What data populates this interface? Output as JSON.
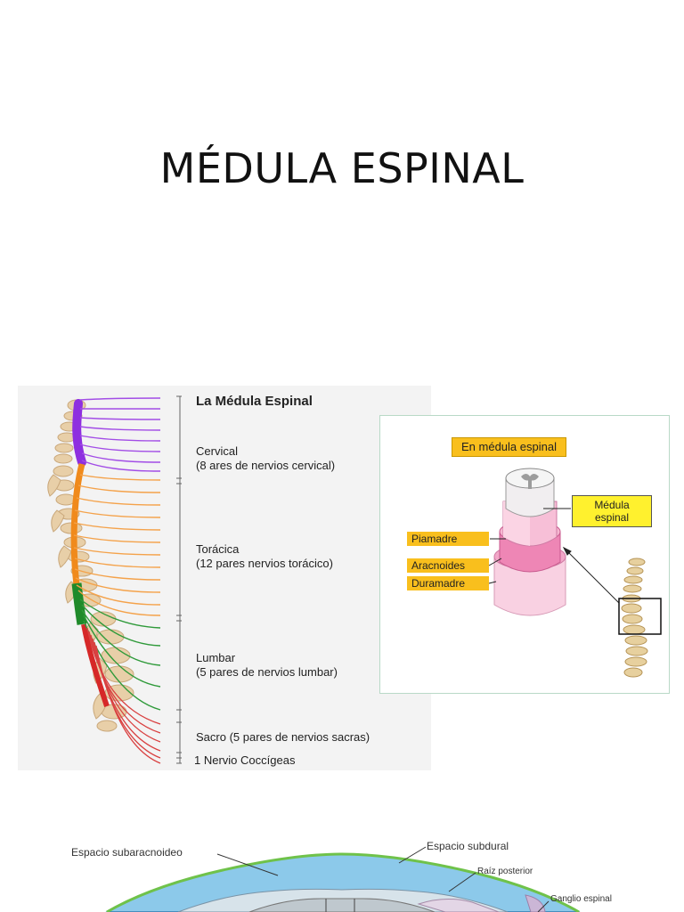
{
  "slide": {
    "title": "MÉDULA ESPINAL"
  },
  "spine_figure": {
    "title": "La Médula Espinal",
    "regions": [
      {
        "name": "Cervical",
        "detail": "(8 ares de nervios cervical)",
        "color": "#8e2fe0"
      },
      {
        "name": "Torácica",
        "detail": "(12 pares nervios torácico)",
        "color": "#f08a1c"
      },
      {
        "name": "Lumbar",
        "detail": "(5 pares de nervios lumbar)",
        "color": "#1f8a2a"
      },
      {
        "name": "Sacro (5 pares de nervios sacras)",
        "detail": "",
        "color": "#d62828"
      }
    ],
    "coccygeal": "1 Nervio Coccígeas"
  },
  "meninges_figure": {
    "header": "En  médula espinal",
    "label_medula_line1": "Médula",
    "label_medula_line2": "espinal",
    "layers": [
      "Piamadre",
      "Aracnoides",
      "Duramadre"
    ]
  },
  "cross_section_figure": {
    "labels": {
      "subarachnoid": "Espacio subaracnoideo",
      "subdural": "Espacio subdural",
      "posterior_root": "Raíz posterior",
      "spinal_ganglion": "Ganglio espinal"
    }
  }
}
